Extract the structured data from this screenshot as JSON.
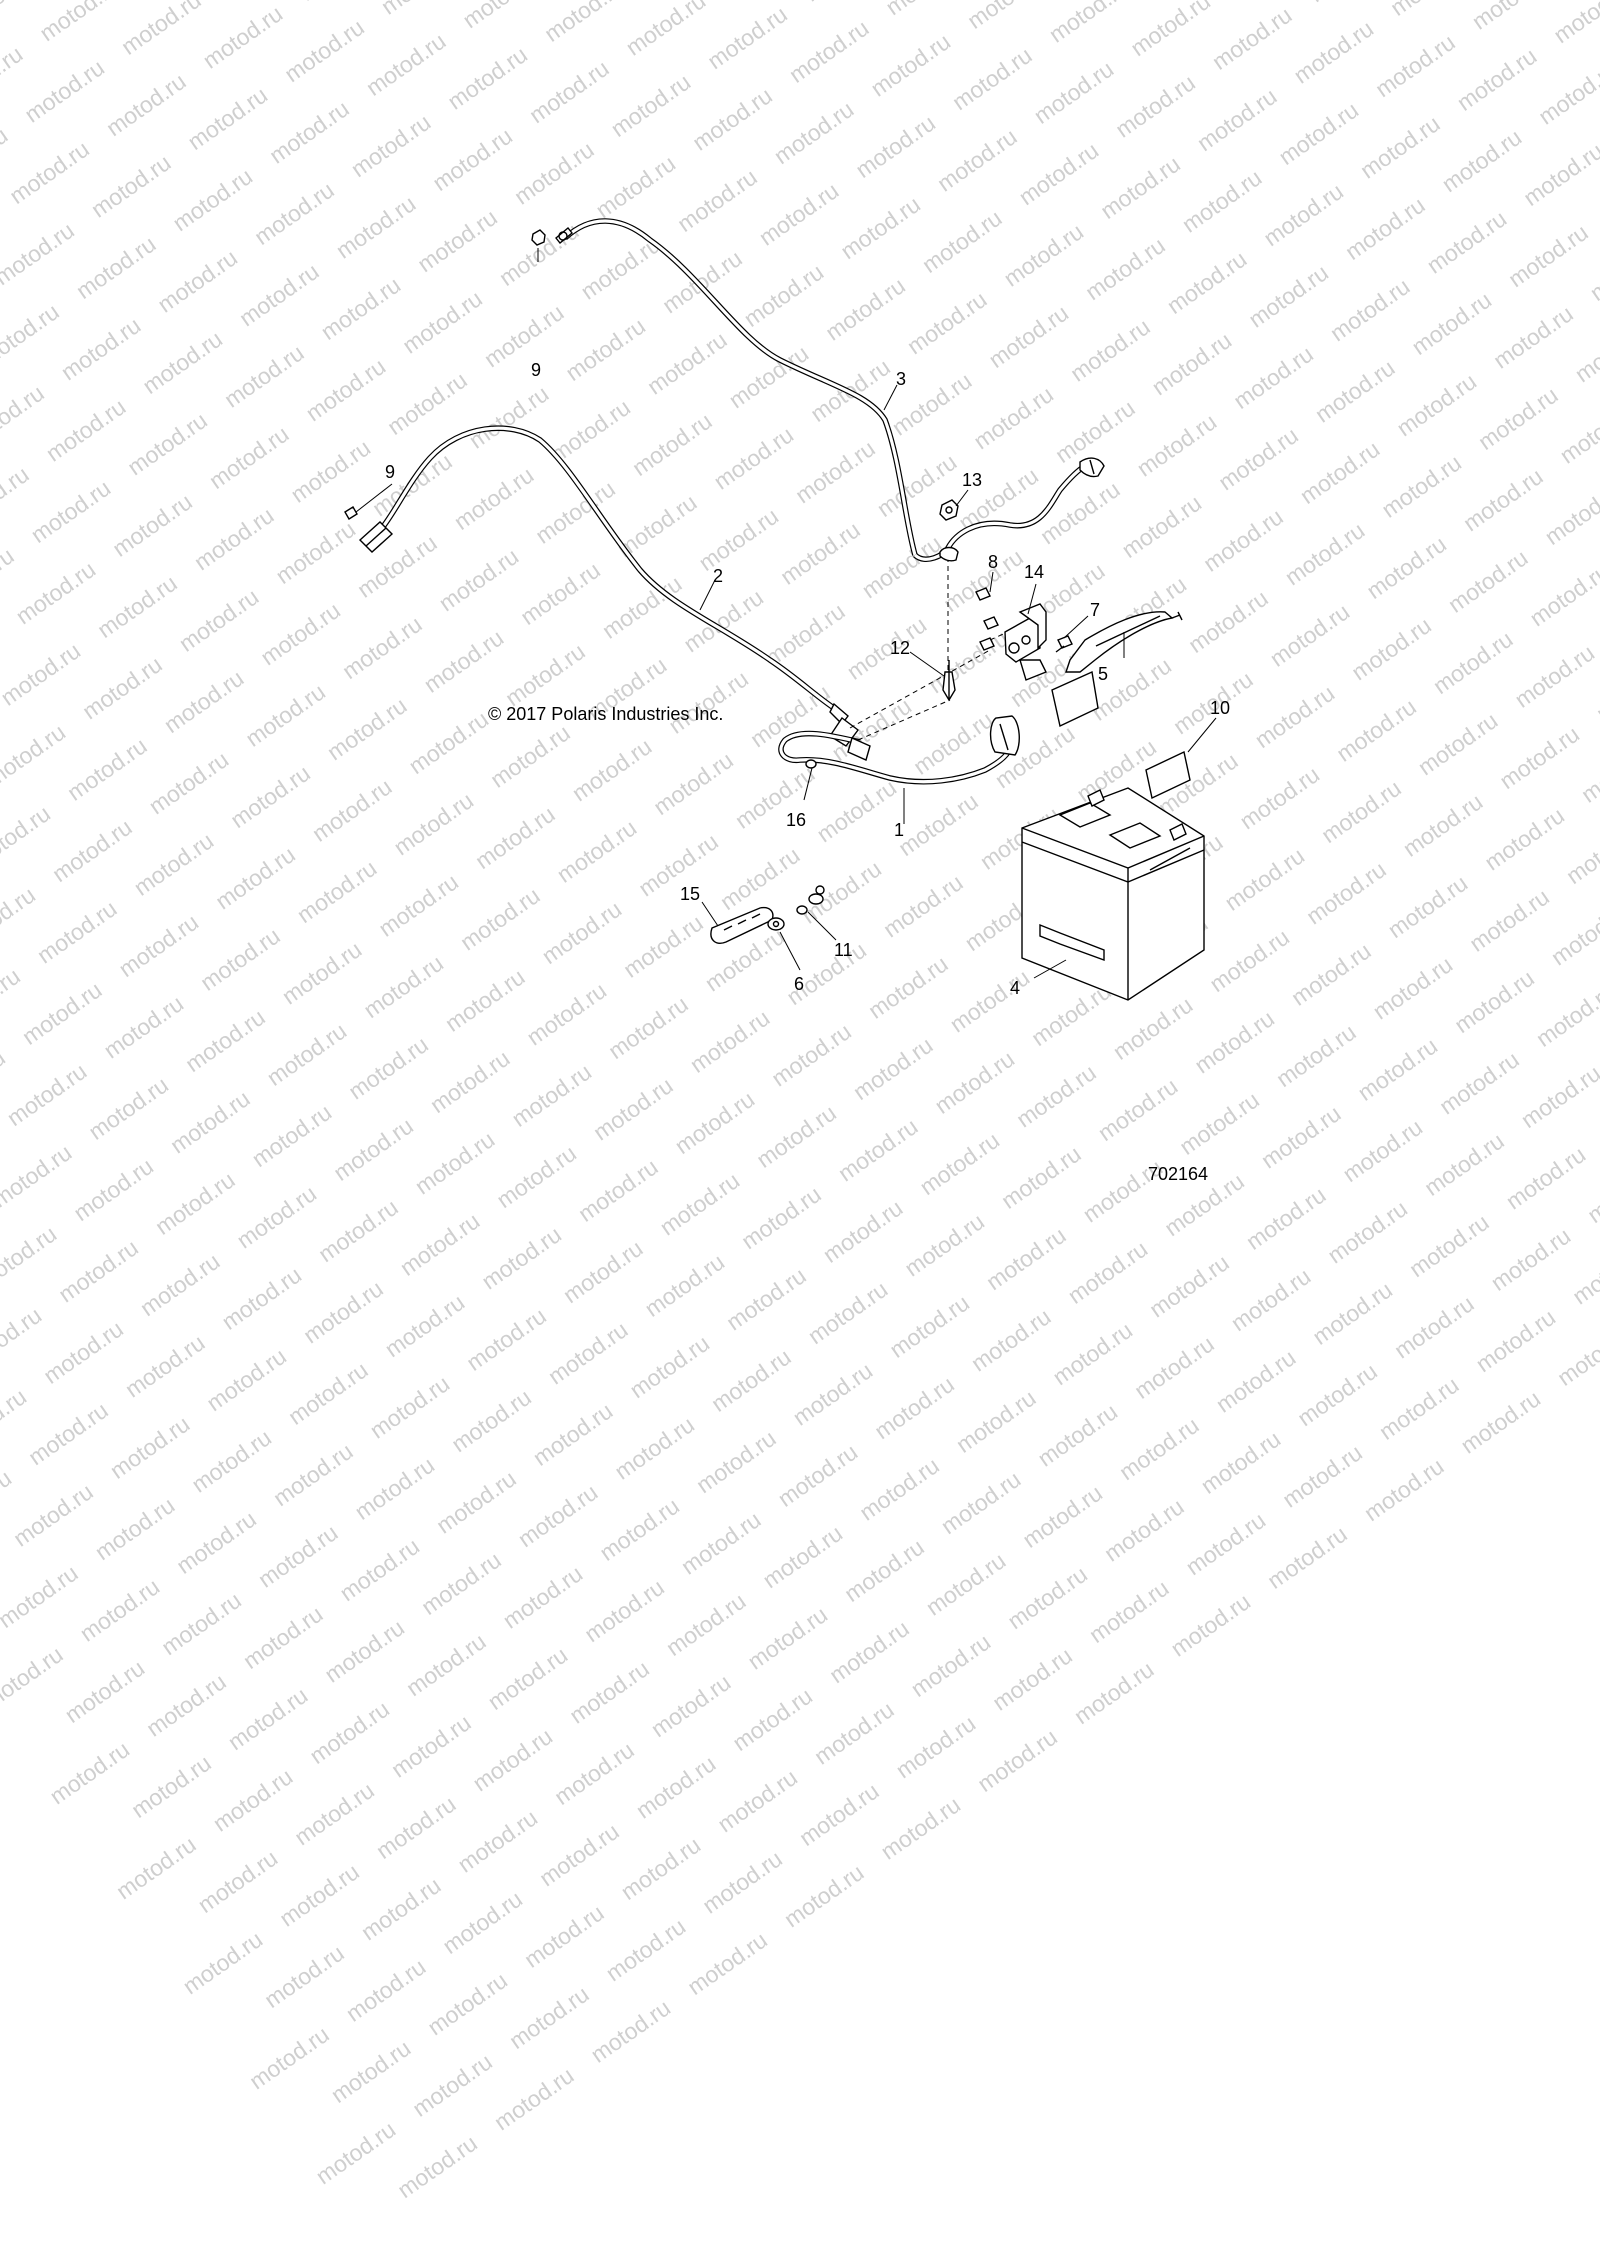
{
  "watermark": "motod.ru",
  "copyright": "© 2017 Polaris Industries Inc.",
  "figure_id": "702164",
  "callouts": {
    "c1": "1",
    "c2": "2",
    "c3": "3",
    "c4": "4",
    "c5": "5",
    "c6": "6",
    "c7": "7",
    "c8": "8",
    "c9a": "9",
    "c9b": "9",
    "c10": "10",
    "c11": "11",
    "c12": "12",
    "c13": "13",
    "c14": "14",
    "c15": "15",
    "c16": "16"
  }
}
